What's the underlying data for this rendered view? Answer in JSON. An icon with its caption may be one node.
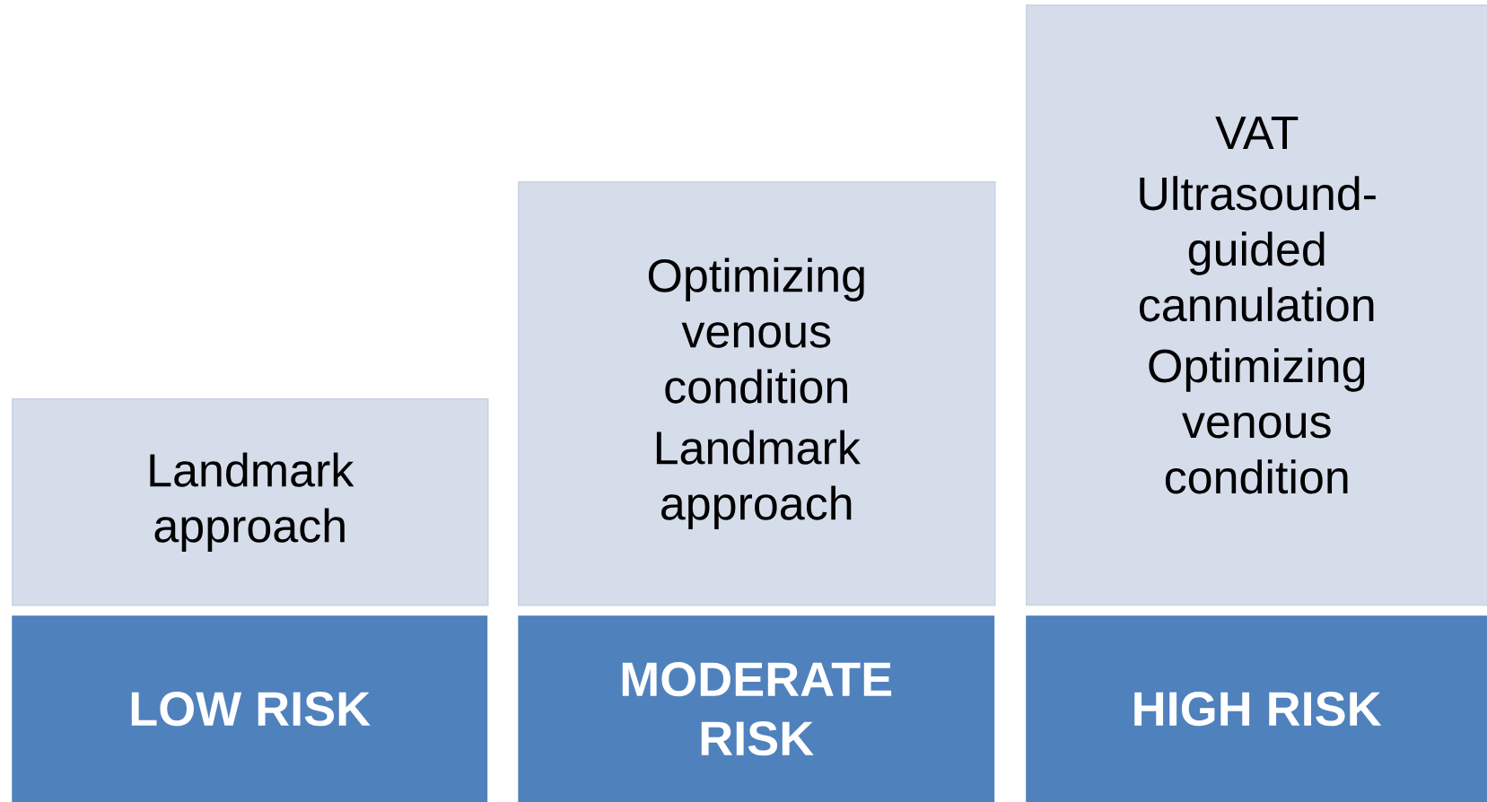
{
  "diagram": {
    "nodes": [
      {
        "text": [
          "Landmark approach"
        ]
      },
      {
        "text": [
          "Optimizing venous condition",
          "Landmark approach"
        ]
      },
      {
        "text": [
          "VAT",
          "Ultrasound-guided cannulation",
          "Optimizing venous condition"
        ]
      },
      {
        "text": [
          "LOW RISK"
        ]
      },
      {
        "text": [
          "MODERATE RISK"
        ]
      },
      {
        "text": [
          "HIGH RISK"
        ]
      }
    ]
  }
}
